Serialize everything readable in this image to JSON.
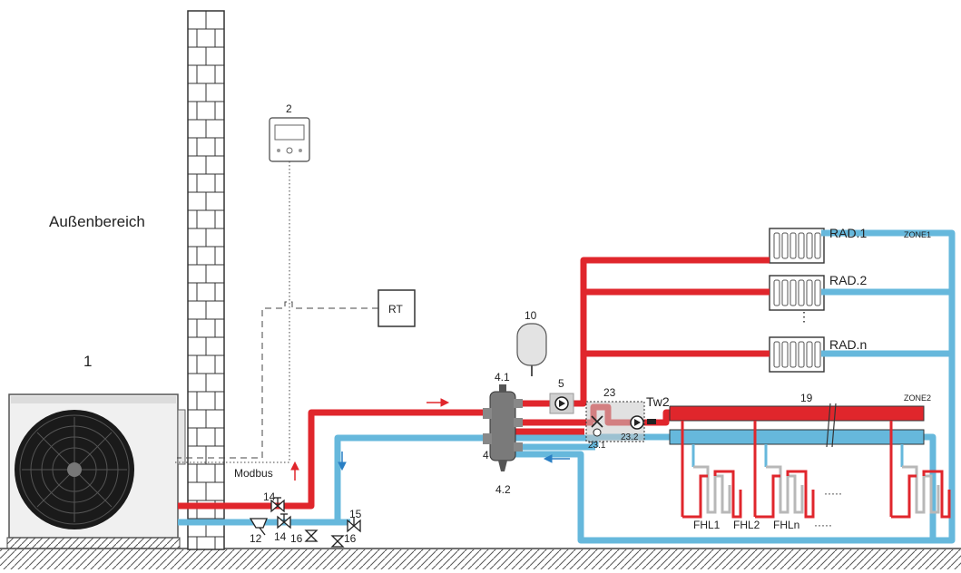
{
  "labels": {
    "outdoor_area": "Außenbereich",
    "unit": "1",
    "controller": "2",
    "room_thermostat": "RT",
    "modbus": "Modbus",
    "expansion_vessel": "10",
    "sensor_top": "4.1",
    "buffer": "4",
    "drain": "4.2",
    "pump": "5",
    "mixing_group": "23",
    "mixing_valve": "23.1",
    "mixing_pump": "23.2",
    "temp_sensor": "Tw2",
    "manifold": "19",
    "zone1": "ZONE1",
    "zone2": "ZONE2",
    "rad1": "RAD.1",
    "rad2": "RAD.2",
    "radn": "RAD.n",
    "fhl1": "FHL1",
    "fhl2": "FHL2",
    "fhln": "FHLn",
    "fhl_dots": "·····",
    "fhl_dots_loop": "·····",
    "valve_14a": "14",
    "valve_14b": "14",
    "filter": "12",
    "drain_valve_a": "16",
    "drain_valve_b": "16",
    "valve_15": "15"
  },
  "colors": {
    "supply": "#e0262c",
    "return": "#66b8dc",
    "wall": "#333333",
    "line": "#444444"
  }
}
